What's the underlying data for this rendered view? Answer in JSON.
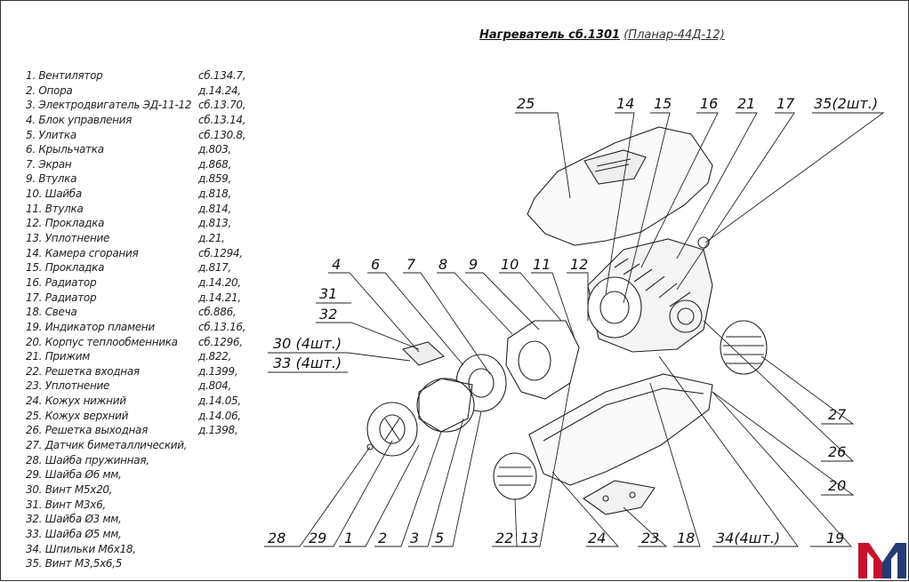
{
  "title": {
    "main": "Нагреватель сб.1301",
    "sub": "(Планар-44Д-12)"
  },
  "parts": [
    {
      "label": "1. Вентилятор",
      "code": "сб.134.7,"
    },
    {
      "label": "2. Опора",
      "code": "д.14.24,"
    },
    {
      "label": "3. Электродвигатель ЭД-11-12",
      "code": "сб.13.70,"
    },
    {
      "label": "4. Блок управления",
      "code": "сб.13.14,"
    },
    {
      "label": "5. Улитка",
      "code": "сб.130.8,"
    },
    {
      "label": "6. Крыльчатка",
      "code": "д.803,"
    },
    {
      "label": "7. Экран",
      "code": "д.868,"
    },
    {
      "label": "9. Втулка",
      "code": "д.859,"
    },
    {
      "label": "10. Шайба",
      "code": "д.818,"
    },
    {
      "label": "11. Втулка",
      "code": "д.814,"
    },
    {
      "label": "12. Прокладка",
      "code": "д.813,"
    },
    {
      "label": "13. Уплотнение",
      "code": "д.21,"
    },
    {
      "label": "14. Камера сгорания",
      "code": "сб.1294,"
    },
    {
      "label": "15. Прокладка",
      "code": "д.817,"
    },
    {
      "label": "16. Радиатор",
      "code": "д.14.20,"
    },
    {
      "label": "17. Радиатор",
      "code": "д.14.21,"
    },
    {
      "label": "18. Свеча",
      "code": "сб.886,"
    },
    {
      "label": "19. Индикатор пламени",
      "code": "сб.13.16,"
    },
    {
      "label": "20. Корпус теплообменника",
      "code": "сб.1296,"
    },
    {
      "label": "21. Прижим",
      "code": "д.822,"
    },
    {
      "label": "22. Решетка входная",
      "code": "д.1399,"
    },
    {
      "label": "23. Уплотнение",
      "code": "д.804,"
    },
    {
      "label": "24. Кожух нижний",
      "code": "д.14.05,"
    },
    {
      "label": "25. Кожух верхний",
      "code": "д.14.06,"
    },
    {
      "label": "26. Решетка выходная",
      "code": "д.1398,"
    },
    {
      "label": "27. Датчик биметаллический,",
      "code": ""
    },
    {
      "label": "28. Шайба пружинная,",
      "code": ""
    },
    {
      "label": "29. Шайба Ø6 мм,",
      "code": ""
    },
    {
      "label": "30. Винт М5х20,",
      "code": ""
    },
    {
      "label": "31. Винт М3х6,",
      "code": ""
    },
    {
      "label": "32. Шайба Ø3 мм,",
      "code": ""
    },
    {
      "label": "33. Шайба Ø5 мм,",
      "code": ""
    },
    {
      "label": "34. Шпильки М6х18,",
      "code": ""
    },
    {
      "label": "35. Винт М3,5х6,5",
      "code": ""
    }
  ],
  "callouts": {
    "top": [
      "25",
      "14",
      "15",
      "16",
      "21",
      "17",
      "35(2шт.)"
    ],
    "upper_row": [
      "4",
      "6",
      "7",
      "8",
      "9",
      "10",
      "11",
      "12"
    ],
    "left": [
      "31",
      "32",
      "30 (4шт.)",
      "33 (4шт.)"
    ],
    "right": [
      "27",
      "26",
      "20"
    ],
    "bottom": [
      "28",
      "29",
      "1",
      "2",
      "3",
      "5",
      "22",
      "13",
      "24",
      "23",
      "18",
      "34(4шт.)",
      "19"
    ]
  },
  "logo": {
    "letter": "M",
    "colors": [
      "#c8102e",
      "#243b73"
    ]
  }
}
